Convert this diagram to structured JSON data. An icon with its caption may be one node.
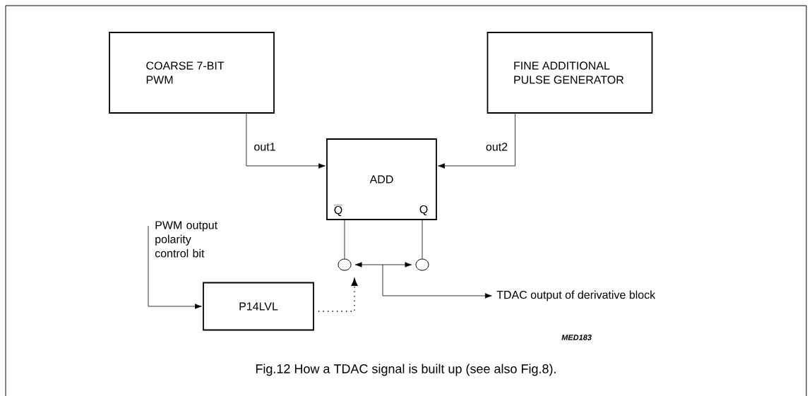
{
  "diagram": {
    "caption": "Fig.12 How a TDAC signal is built up (see also Fig.8).",
    "nodes": [
      {
        "text": [
          "COARSE 7-BIT PWM"
        ]
      },
      {
        "text": [
          "FINE ADDITIONAL PULSE GENERATOR"
        ]
      },
      {
        "text": [
          "ADD",
          "\\overline{\\mathrm{Q}}",
          "Q"
        ]
      },
      {
        "text": [],
        "shape": "circle"
      },
      {
        "text": [],
        "shape": "circle"
      },
      {
        "text": [
          "P14LVL"
        ]
      },
      {
        "text": [
          "PWM output polarity control bit"
        ]
      },
      {
        "text": [
          "TDAC output of derivative block"
        ]
      }
    ],
    "edges": [
      {
        "from": 0,
        "to": 2,
        "arrow": "to",
        "label": "out1"
      },
      {
        "from": 1,
        "to": 2,
        "arrow": "to",
        "label": "out2"
      },
      {
        "from": 2,
        "to": 3,
        "arrow": "none"
      },
      {
        "from": 2,
        "to": 4,
        "arrow": "none"
      },
      {
        "from": 3,
        "to": 4,
        "arrow": "both"
      },
      {
        "from": null,
        "to": 7,
        "arrow": "to"
      },
      {
        "from": 6,
        "to": 5,
        "arrow": "to"
      },
      {
        "from": 5,
        "to": null,
        "arrow": "to",
        "style": "dashed"
      }
    ],
    "labels": [
      "MED183"
    ]
  }
}
